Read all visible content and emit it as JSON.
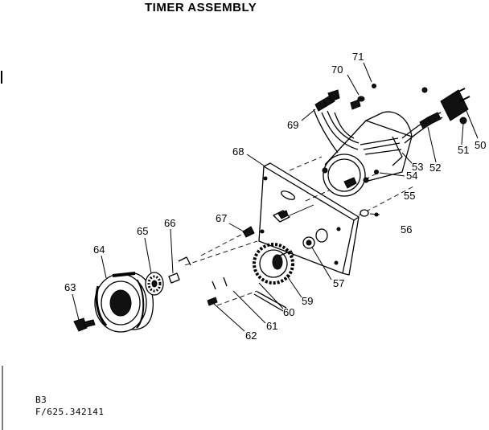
{
  "title": "TIMER ASSEMBLY",
  "footer": {
    "line1": "B3",
    "line2": "F/625.342141"
  },
  "labels": {
    "p50": "50",
    "p51": "51",
    "p52": "52",
    "p53": "53",
    "p54": "54",
    "p55": "55",
    "p56": "56",
    "p57": "57",
    "p59": "59",
    "p60": "60",
    "p61": "61",
    "p62": "62",
    "p63": "63",
    "p64": "64",
    "p65": "65",
    "p66": "66",
    "p67": "67",
    "p68": "68",
    "p69": "69",
    "p70": "70",
    "p71": "71"
  }
}
